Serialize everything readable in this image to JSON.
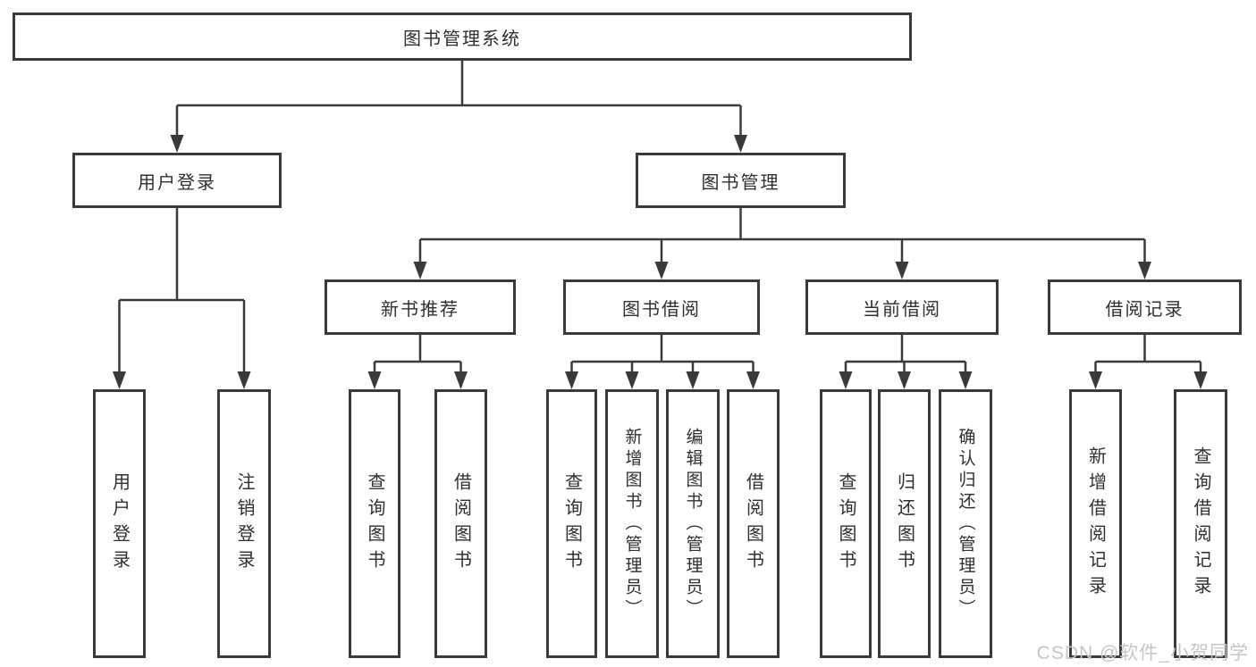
{
  "colors": {
    "line": "#3a3a3a",
    "text": "#2f2f2f",
    "watermark": "#c6c6c6",
    "background": "#ffffff"
  },
  "watermark": {
    "text": "CSDN @软件_小贺同学"
  },
  "tree": {
    "label": "图书管理系统",
    "children": [
      {
        "label": "用户登录",
        "children": [
          {
            "label": "用户登录"
          },
          {
            "label": "注销登录"
          }
        ]
      },
      {
        "label": "图书管理",
        "children": [
          {
            "label": "新书推荐",
            "children": [
              {
                "label": "查询图书"
              },
              {
                "label": "借阅图书"
              }
            ]
          },
          {
            "label": "图书借阅",
            "children": [
              {
                "label": "查询图书"
              },
              {
                "label": "新增图书（管理员）"
              },
              {
                "label": "编辑图书（管理员）"
              },
              {
                "label": "借阅图书"
              }
            ]
          },
          {
            "label": "当前借阅",
            "children": [
              {
                "label": "查询图书"
              },
              {
                "label": "归还图书"
              },
              {
                "label": "确认归还（管理员）"
              }
            ]
          },
          {
            "label": "借阅记录",
            "children": [
              {
                "label": "新增借阅记录"
              },
              {
                "label": "查询借阅记录"
              }
            ]
          }
        ]
      }
    ]
  }
}
